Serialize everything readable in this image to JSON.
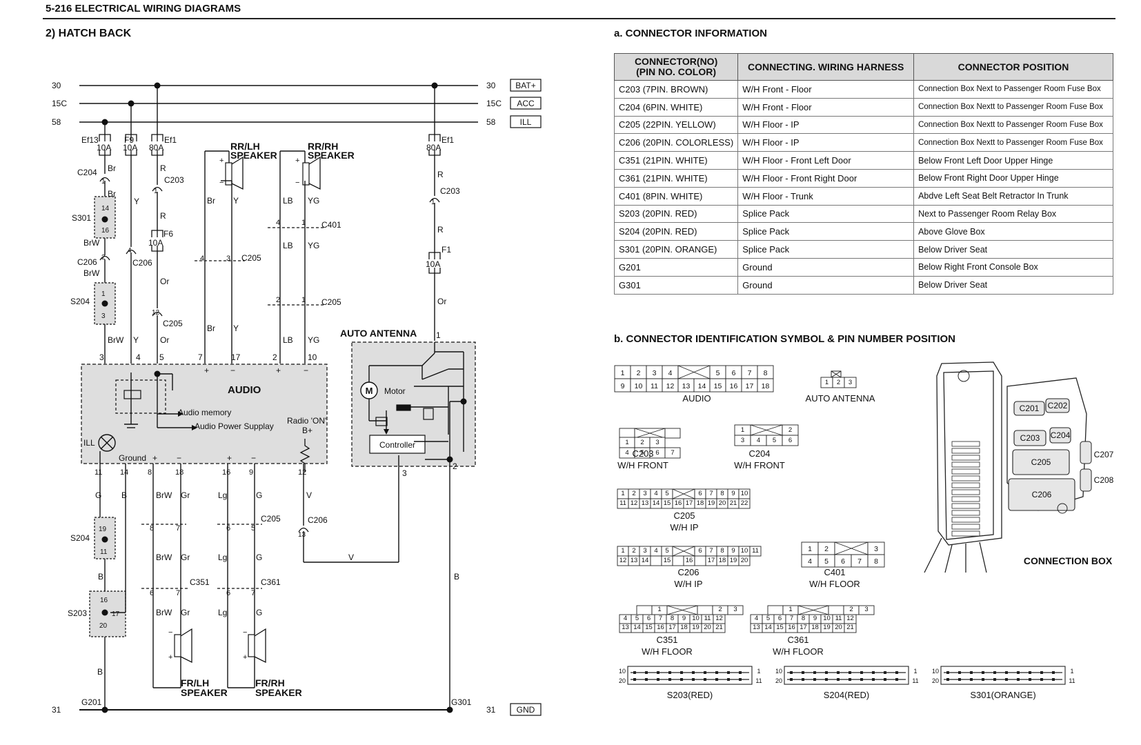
{
  "header": {
    "page_title": "5-216  ELECTRICAL WIRING DIAGRAMS",
    "section_title": "2) HATCH BACK"
  },
  "connector_info": {
    "title": "a. CONNECTOR INFORMATION",
    "columns": [
      "CONNECTOR(NO)\n(PIN NO. COLOR)",
      "CONNECTING. WIRING HARNESS",
      "CONNECTOR POSITION"
    ],
    "rows": [
      [
        "C203 (7PIN. BROWN)",
        "W/H Front - Floor",
        "Connection Box Next to Passenger Room Fuse Box"
      ],
      [
        "C204 (6PIN. WHITE)",
        "W/H Front - Floor",
        "Connection Box Nextt to Passenger Room Fuse Box"
      ],
      [
        "C205 (22PIN. YELLOW)",
        "W/H Floor - IP",
        "Connection Box Nextt to Passenger Room Fuse Box"
      ],
      [
        "C206 (20PIN. COLORLESS)",
        "W/H Floor - IP",
        "Connection Box Nextt to Passenger Room Fuse Box"
      ],
      [
        "C351 (21PIN. WHITE)",
        "W/H Floor - Front Left Door",
        "Below Front Left Door Upper Hinge"
      ],
      [
        "C361 (21PIN. WHITE)",
        "W/H Floor - Front Right Door",
        "Below Front Right Door Upper Hinge"
      ],
      [
        "C401 (8PIN. WHITE)",
        "W/H Floor - Trunk",
        "Abdve Left Seat Belt Retractor In Trunk"
      ],
      [
        "S203 (20PIN. RED)",
        "Splice Pack",
        "Next to Passenger Room Relay Box"
      ],
      [
        "S204 (20PIN. RED)",
        "Splice Pack",
        "Above Glove Box"
      ],
      [
        "S301 (20PIN. ORANGE)",
        "Splice Pack",
        "Below Driver Seat"
      ],
      [
        "G201",
        "Ground",
        "Below Right Front Console Box"
      ],
      [
        "G301",
        "Ground",
        "Below Driver Seat"
      ]
    ]
  },
  "connector_id": {
    "title": "b. CONNECTOR IDENTIFICATION SYMBOL & PIN NUMBER POSITION",
    "items": [
      {
        "name": "AUDIO",
        "sub": ""
      },
      {
        "name": "AUTO ANTENNA",
        "sub": ""
      },
      {
        "name": "C203",
        "sub": "W/H FRONT"
      },
      {
        "name": "C204",
        "sub": "W/H FRONT"
      },
      {
        "name": "C205",
        "sub": "W/H IP"
      },
      {
        "name": "C206",
        "sub": "W/H IP"
      },
      {
        "name": "C401",
        "sub": "W/H FLOOR"
      },
      {
        "name": "C351",
        "sub": "W/H FLOOR"
      },
      {
        "name": "C361",
        "sub": "W/H FLOOR"
      },
      {
        "name": "S203(RED)",
        "sub": ""
      },
      {
        "name": "S204(RED)",
        "sub": ""
      },
      {
        "name": "S301(ORANGE)",
        "sub": ""
      }
    ],
    "connection_box_label": "CONNECTION BOX",
    "box_connectors": [
      "C201",
      "C202",
      "C203",
      "C204",
      "C205",
      "C206",
      "C207",
      "C208"
    ]
  },
  "schematic": {
    "rails": [
      {
        "left": "30",
        "right": "30",
        "tag": "BAT+"
      },
      {
        "left": "15C",
        "right": "15C",
        "tag": "ACC"
      },
      {
        "left": "58",
        "right": "58",
        "tag": "ILL"
      },
      {
        "left": "31",
        "right": "31",
        "tag": "GND"
      }
    ],
    "fuses": [
      "Ef13",
      "10A",
      "F9",
      "10A",
      "Ef1",
      "80A",
      "F6",
      "10A",
      "Ef1",
      "80A",
      "F1",
      "10A"
    ],
    "components": {
      "audio": "AUDIO",
      "audio_memory": "Audio memory",
      "audio_power": "Audio Power Supplay",
      "radio_on": "Radio 'ON'",
      "bplus": "B+",
      "ill": "ILL",
      "ground": "Ground",
      "auto_antenna": "AUTO ANTENNA",
      "motor": "Motor",
      "motor_symbol": "M",
      "controller": "Controller",
      "rr_lh": [
        "RR/LH",
        "SPEAKER"
      ],
      "rr_rh": [
        "RR/RH",
        "SPEAKER"
      ],
      "fr_lh": [
        "FR/LH",
        "SPEAKER"
      ],
      "fr_rh": [
        "FR/RH",
        "SPEAKER"
      ]
    },
    "connectors": [
      "C204",
      "S301",
      "C206",
      "S204",
      "C203",
      "C205",
      "C401",
      "S203",
      "C351",
      "C361",
      "G201",
      "G301"
    ]
  }
}
